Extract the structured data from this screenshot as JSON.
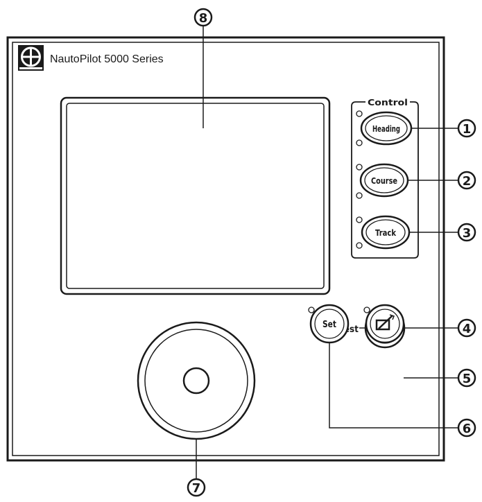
{
  "panel": {
    "brand": "NautoPilot 5000 Series",
    "logo_icon": "circle-cross-logo-icon"
  },
  "control_group": {
    "label": "Control",
    "buttons": [
      {
        "label": "Heading",
        "callout": "1"
      },
      {
        "label": "Course",
        "callout": "2"
      },
      {
        "label": "Track",
        "callout": "3"
      }
    ]
  },
  "test_label": "Test",
  "dim_button": {
    "icon": "brightness-icon",
    "callout": "4"
  },
  "set_button": {
    "label": "Set",
    "callout": "6"
  },
  "mode_button": {
    "icon": "pen-edit-icon",
    "callout": "5"
  },
  "knob": {
    "callout": "7"
  },
  "display": {
    "callout": "8"
  },
  "colors": {
    "line": "#1a1a1a",
    "background": "#ffffff"
  }
}
